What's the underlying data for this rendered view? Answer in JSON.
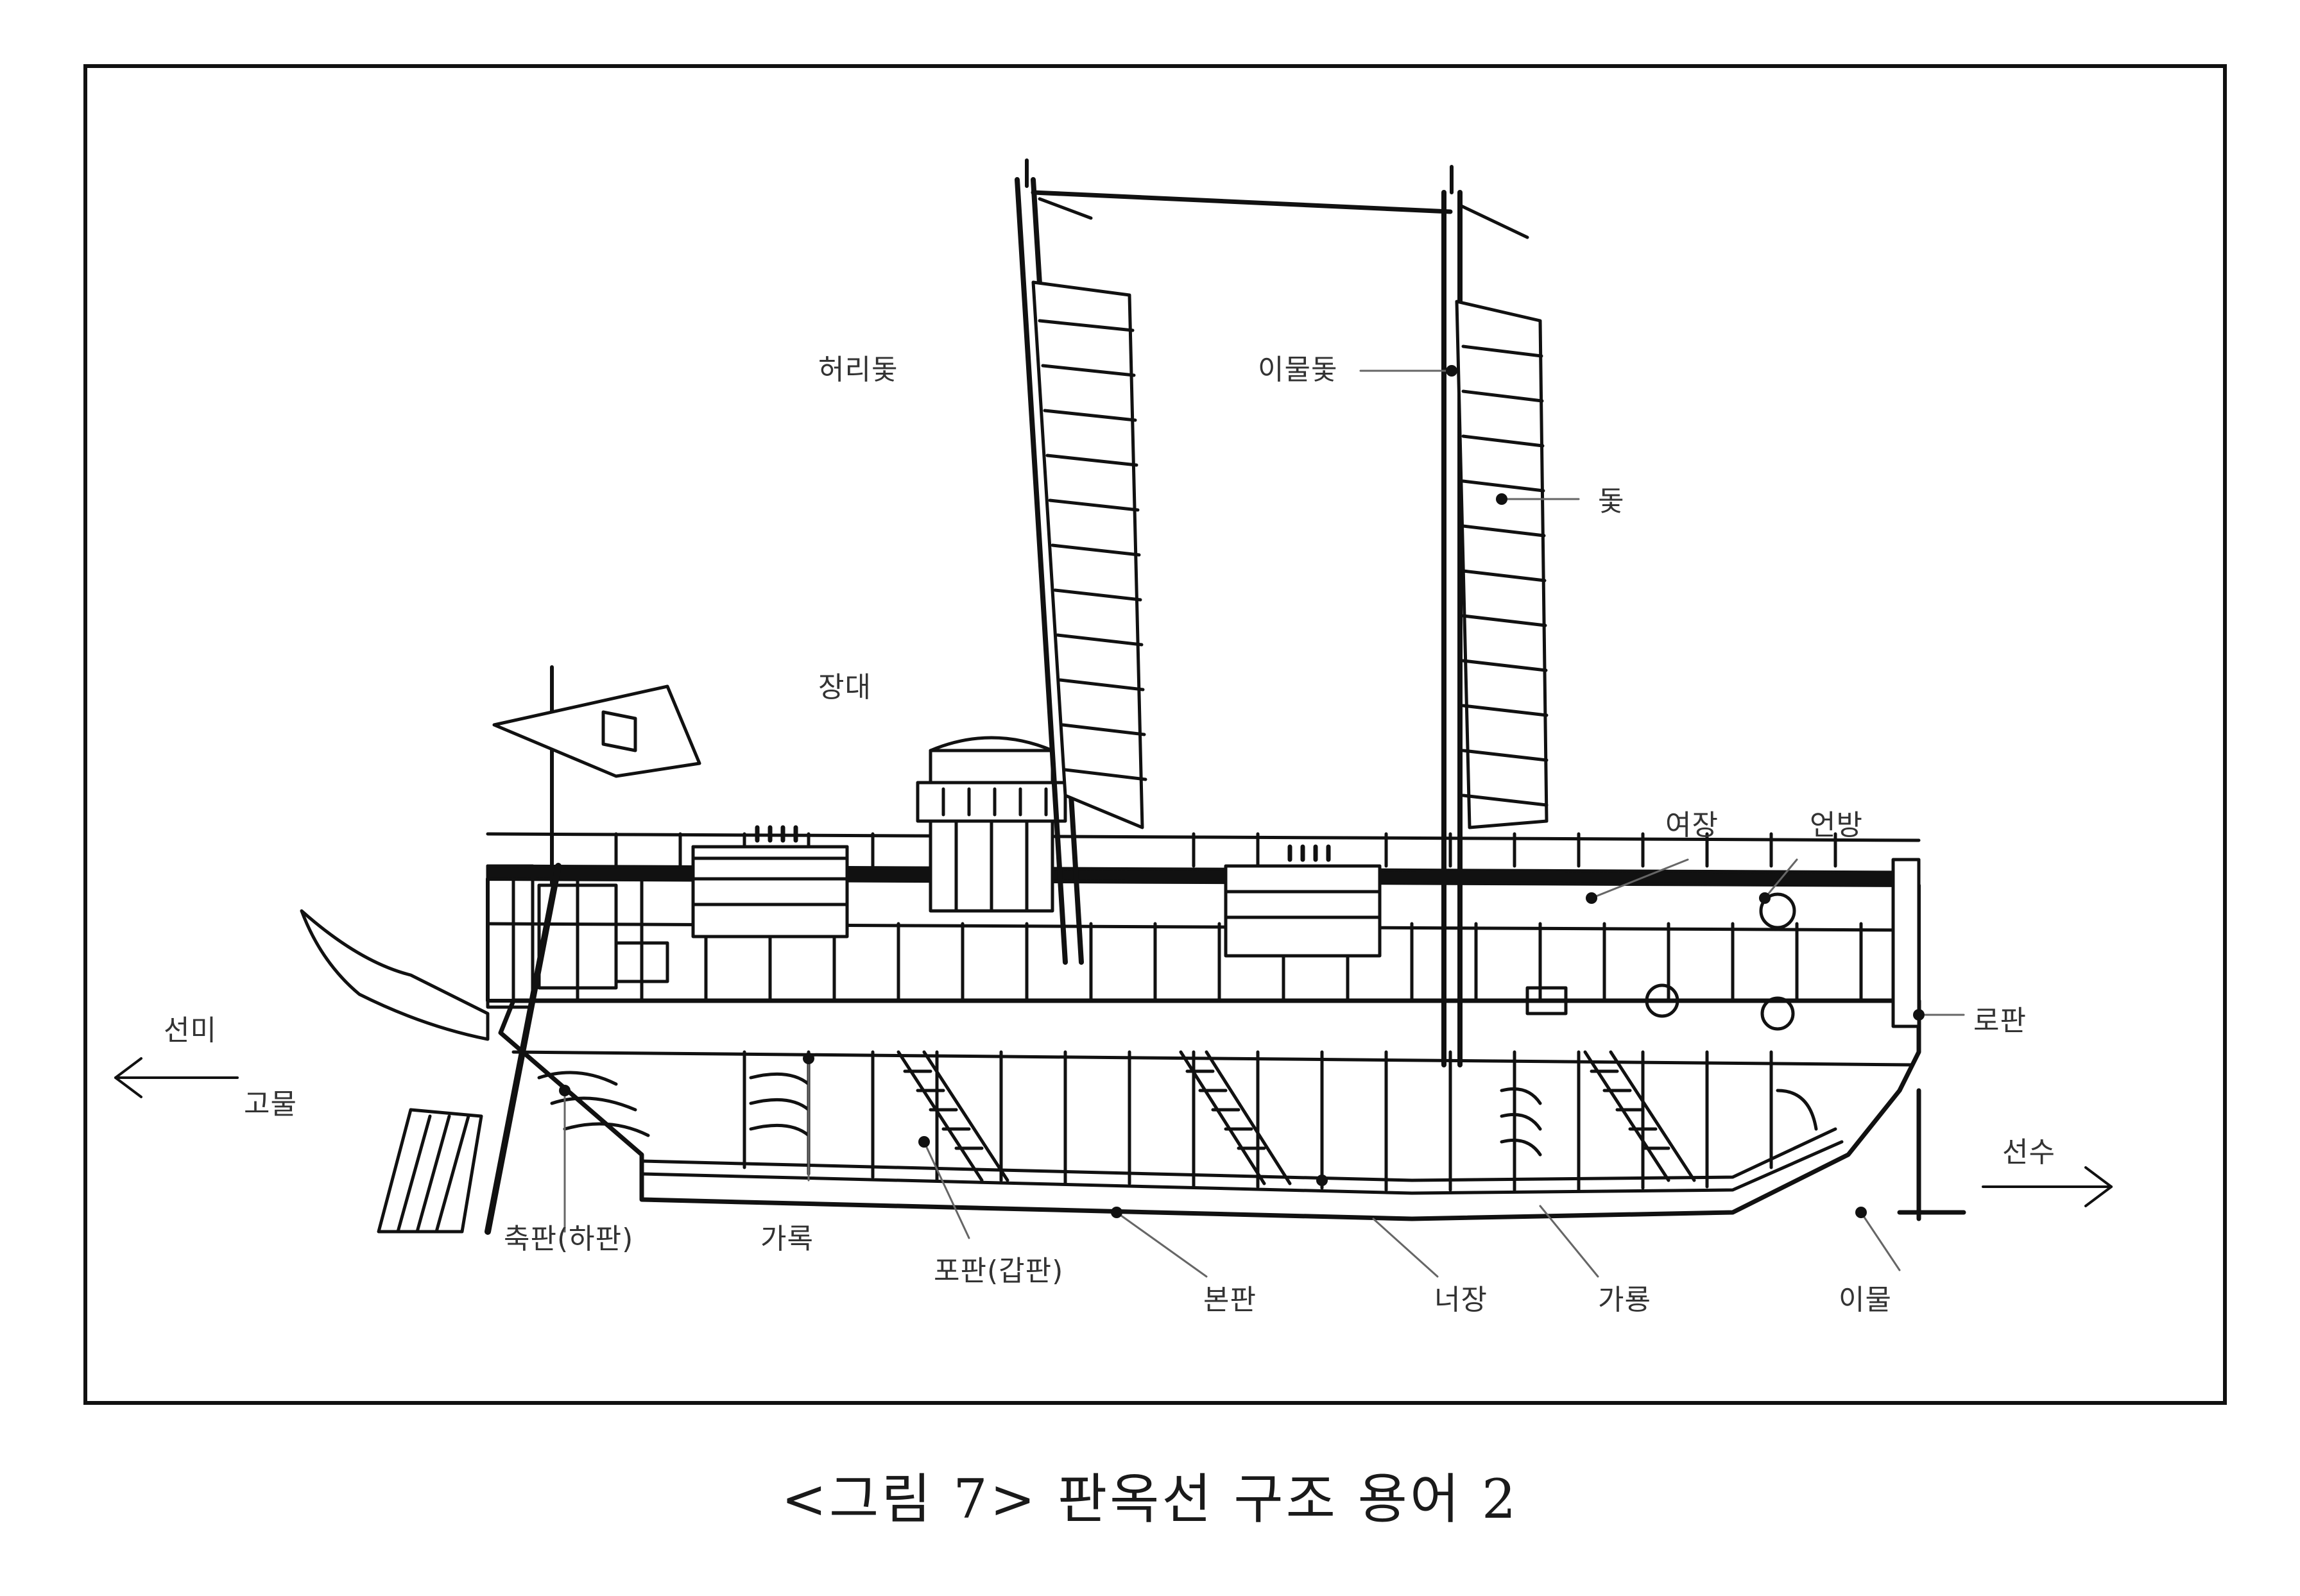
{
  "labels": {
    "heoritdot": "허리돛",
    "imuldot": "이물돛",
    "dot": "돛",
    "jangdae": "장대",
    "yeojang": "여장",
    "eonbang": "언방",
    "seonmi": "선미",
    "gomul": "고물",
    "ropan": "로판",
    "seonsu": "선수",
    "chukpan": "축판(하판)",
    "garok": "가록",
    "popan": "포판(갑판)",
    "bonpan": "본판",
    "neojang": "너장",
    "gareung": "가룡",
    "imul": "이물"
  },
  "caption": "<그림 7> 판옥선 구조 용어 2"
}
